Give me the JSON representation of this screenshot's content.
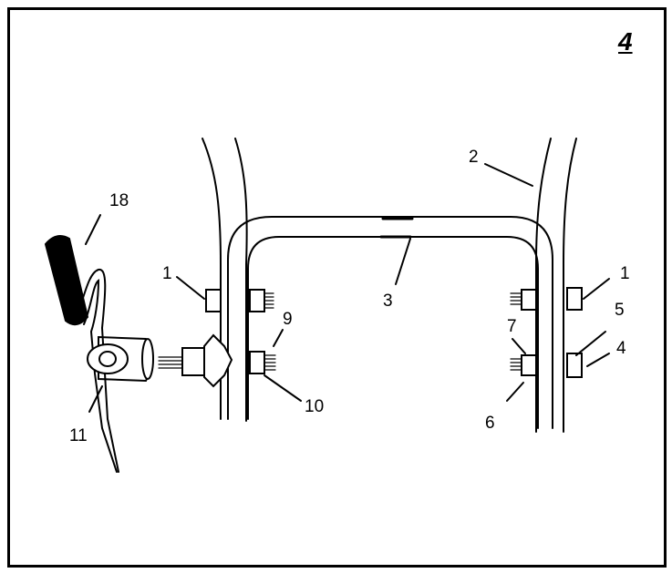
{
  "figure": {
    "number": "4"
  },
  "callouts": {
    "c1_left": "1",
    "c1_right": "1",
    "c2": "2",
    "c3": "3",
    "c4": "4",
    "c5": "5",
    "c6": "6",
    "c7": "7",
    "c9": "9",
    "c10": "10",
    "c11": "11",
    "c18": "18"
  },
  "colors": {
    "ink": "#000000",
    "paper": "#ffffff"
  }
}
